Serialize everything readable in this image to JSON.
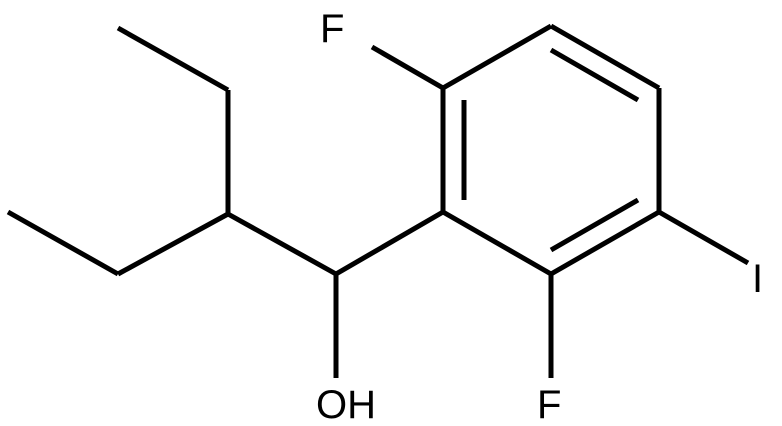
{
  "structure": {
    "atoms": [
      {
        "id": "F1",
        "symbol": "F"
      },
      {
        "id": "I1",
        "symbol": "I"
      },
      {
        "id": "F2",
        "symbol": "F"
      },
      {
        "id": "O1",
        "symbol": "OH"
      }
    ]
  },
  "colors": {
    "bond": "#000000",
    "label": "#000000",
    "background": "#ffffff"
  }
}
